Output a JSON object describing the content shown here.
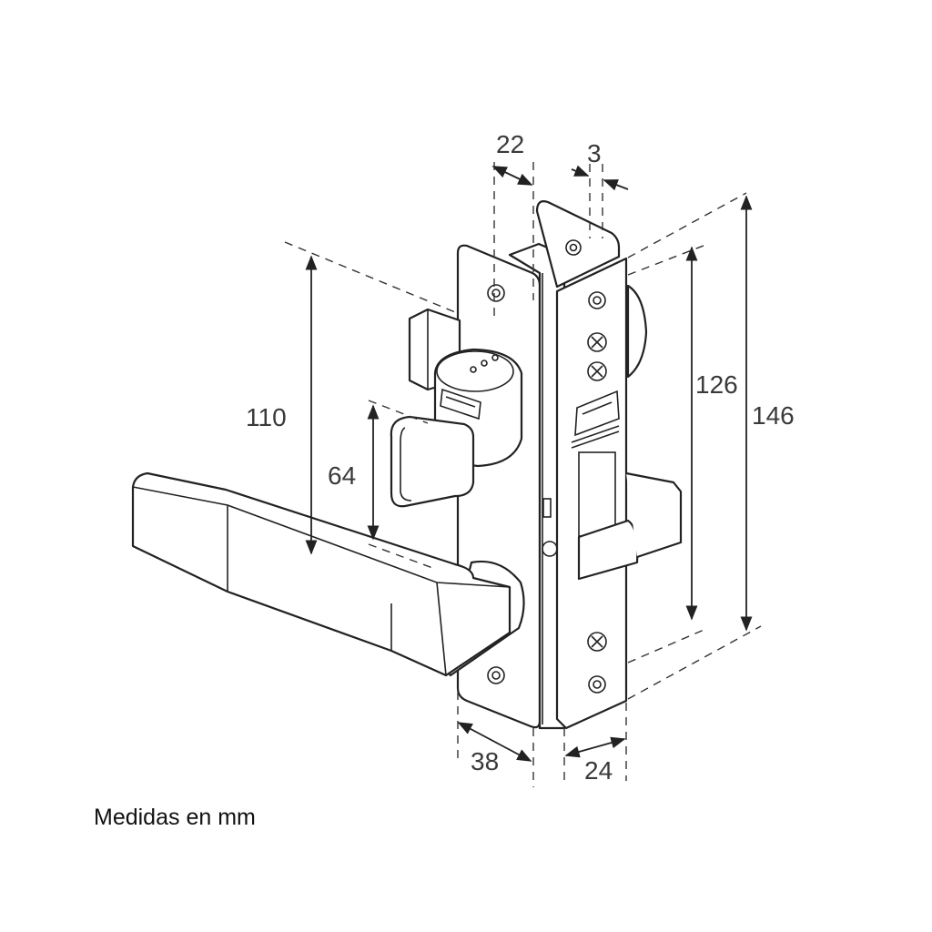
{
  "dimensions": {
    "d22": "22",
    "d3": "3",
    "d110": "110",
    "d64": "64",
    "d126": "126",
    "d146": "146",
    "d38": "38",
    "d24": "24"
  },
  "caption": "Medidas en mm",
  "colors": {
    "line": "#222222",
    "text": "#3a3a3a",
    "background": "#ffffff"
  },
  "icons": [
    "screw-head-icon",
    "brand-logo"
  ]
}
